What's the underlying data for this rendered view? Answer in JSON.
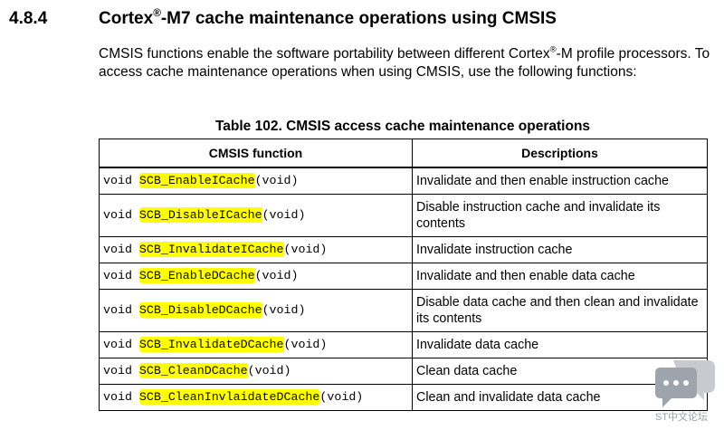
{
  "section": {
    "number": "4.8.4",
    "title_pre": "Cortex",
    "title_reg": "®",
    "title_post": "-M7 cache maintenance operations using CMSIS"
  },
  "intro": {
    "text_pre": "CMSIS functions enable the software portability between different Cortex",
    "reg": "®",
    "text_post": "-M profile processors. To access cache maintenance operations when using CMSIS, use the following functions:"
  },
  "table": {
    "caption": "Table 102. CMSIS access cache maintenance operations",
    "headers": [
      "CMSIS function",
      "Descriptions"
    ],
    "rows": [
      {
        "ret": "void ",
        "fn": "SCB_EnableICache",
        "args": "(void)",
        "desc": "Invalidate and then enable instruction cache"
      },
      {
        "ret": "void ",
        "fn": "SCB_DisableICache",
        "args": "(void)",
        "desc": "Disable instruction cache and invalidate its contents"
      },
      {
        "ret": "void ",
        "fn": "SCB_InvalidateICache",
        "args": "(void)",
        "desc": "Invalidate instruction cache"
      },
      {
        "ret": "void ",
        "fn": "SCB_EnableDCache",
        "args": "(void)",
        "desc": "Invalidate and then enable data cache"
      },
      {
        "ret": "void ",
        "fn": "SCB_DisableDCache",
        "args": "(void)",
        "desc": "Disable data cache and then clean and invalidate its contents"
      },
      {
        "ret": "void ",
        "fn": "SCB_InvalidateDCache",
        "args": "(void)",
        "desc": "Invalidate data cache"
      },
      {
        "ret": "void ",
        "fn": "SCB_CleanDCache",
        "args": "(void)",
        "desc": "Clean data cache"
      },
      {
        "ret": "void ",
        "fn": "SCB_CleanInvlaidateDCache",
        "args": "(void)",
        "desc": "Clean and invalidate data cache"
      }
    ]
  },
  "watermark": {
    "text": "ST中文论坛",
    "icon": "chat-bubbles-icon",
    "color": "#b7bcc2"
  },
  "highlight_color": "#ffff00"
}
